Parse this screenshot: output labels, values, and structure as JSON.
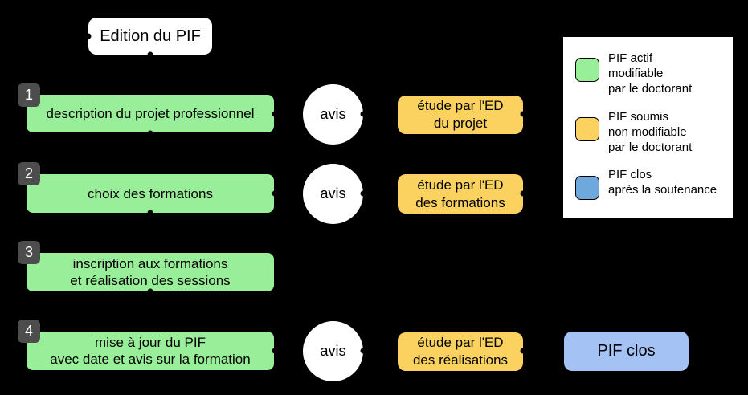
{
  "colors": {
    "background": "#000000",
    "green": "#99EE99",
    "yellow": "#FBD25F",
    "blue_box": "#A4C2F4",
    "blue_legend": "#6FA8DC",
    "badge": "#4D4D4D",
    "white": "#FFFFFF",
    "text": "#000000"
  },
  "title_box": {
    "label": "Edition du PIF"
  },
  "steps": [
    {
      "number": "1",
      "action_lines": [
        "description du projet professionnel"
      ],
      "avis_label": "avis",
      "study_lines": [
        "étude par l'ED",
        "du projet"
      ]
    },
    {
      "number": "2",
      "action_lines": [
        "choix des formations"
      ],
      "avis_label": "avis",
      "study_lines": [
        "étude par l'ED",
        "des formations"
      ]
    },
    {
      "number": "3",
      "action_lines": [
        "inscription aux formations",
        "et réalisation des sessions"
      ]
    },
    {
      "number": "4",
      "action_lines": [
        "mise à jour du PIF",
        "avec date et avis sur la formation"
      ],
      "avis_label": "avis",
      "study_lines": [
        "étude par l'ED",
        "des réalisations"
      ],
      "final_label": "PIF clos"
    }
  ],
  "legend": {
    "items": [
      {
        "swatch_color": "#99EE99",
        "lines": [
          "PIF actif",
          "modifiable",
          "par le doctorant"
        ]
      },
      {
        "swatch_color": "#FBD25F",
        "lines": [
          "PIF soumis",
          "non modifiable",
          "par le doctorant"
        ]
      },
      {
        "swatch_color": "#6FA8DC",
        "lines": [
          "PIF clos",
          "après la soutenance"
        ]
      }
    ]
  }
}
